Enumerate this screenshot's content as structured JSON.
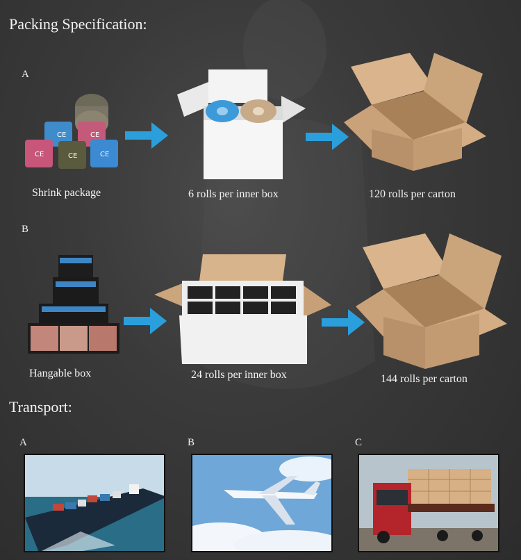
{
  "packing": {
    "title": "Packing Specification:",
    "option_a": {
      "letter": "A",
      "steps": [
        "Shrink package",
        "6 rolls per inner box",
        "120 rolls per carton"
      ]
    },
    "option_b": {
      "letter": "B",
      "steps": [
        "Hangable box",
        "24 rolls per inner box",
        "144 rolls per carton"
      ]
    }
  },
  "transport": {
    "title": "Transport:",
    "modes": [
      {
        "letter": "A",
        "icon": "cargo-ship-photo"
      },
      {
        "letter": "B",
        "icon": "airplane-photo"
      },
      {
        "letter": "C",
        "icon": "truck-photo"
      }
    ]
  },
  "colors": {
    "arrow": "#2a9fdc",
    "cardboard": "#c9a27a"
  }
}
